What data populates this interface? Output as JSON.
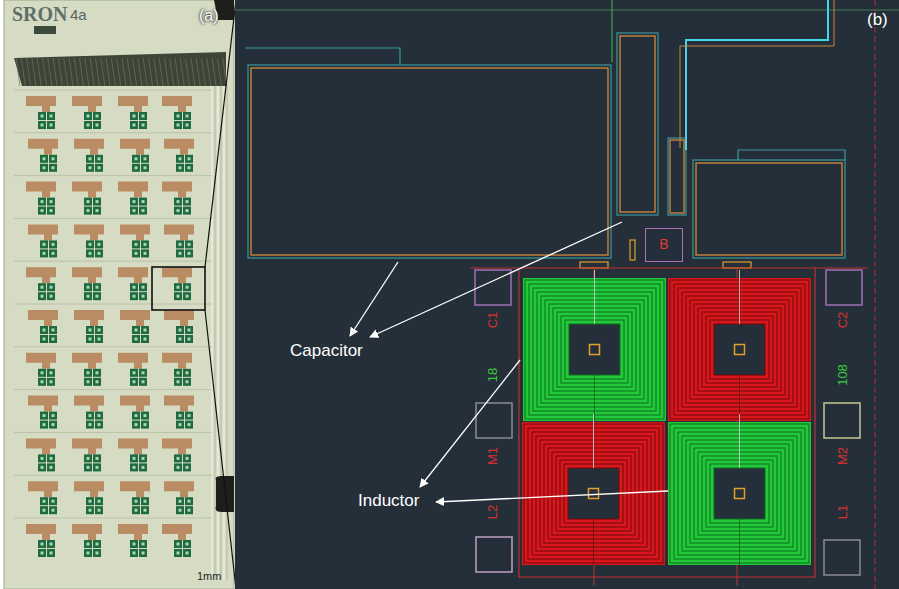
{
  "diagram": {
    "nodes": [
      {
        "text": [
          "B"
        ]
      }
    ],
    "labels": [
      "SRON",
      "4a",
      "(a)",
      "1mm",
      "(b)",
      "Capacitor",
      "Inductor",
      "C1",
      "18",
      "M1",
      "L2",
      "C2",
      "108",
      "M2",
      "L1"
    ]
  }
}
